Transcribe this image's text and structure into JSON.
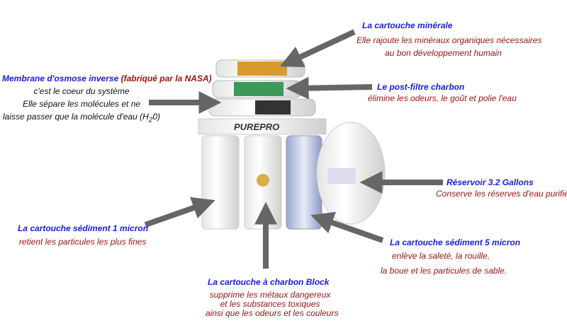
{
  "brand": "PUREPRO",
  "labels": {
    "mineral": {
      "title": "La cartouche minérale",
      "lines": [
        "Elle rajoute les minéraux organiques nécessaires",
        "au bon développement humain"
      ]
    },
    "postfilter": {
      "title": "Le post-filtre charbon",
      "lines": [
        "élimine les odeurs, le goût et polie l'eau"
      ]
    },
    "membrane": {
      "title": "Membrane d'osmose inverse",
      "title_note": "(fabriqué par la NASA)",
      "lines": [
        "c'est le coeur du système",
        "Elle sépare les molécules et ne",
        "laisse passer que la molécule d'eau (H",
        "2",
        "0)"
      ]
    },
    "reservoir": {
      "title": "Réservoir 3.2 Gallons",
      "lines": [
        "Conserve les réserves d'eau purifiée"
      ]
    },
    "sediment1": {
      "title": "La cartouche sédiment 1 micron",
      "lines": [
        "retient les particules les plus fines"
      ]
    },
    "sediment5": {
      "title": "La cartouche sédiment 5 micron",
      "lines": [
        "enlève la saleté, la rouille,",
        "la boue et les particules de sable."
      ]
    },
    "block": {
      "title": "La cartouche à charbon Block",
      "lines": [
        "supprime les métaux dangereux",
        "et les substances toxiques",
        "ainsi que les odeurs et les couleurs"
      ]
    }
  },
  "colors": {
    "title": "#1a1aee",
    "text": "#9a1212",
    "arrow": "#666666"
  }
}
